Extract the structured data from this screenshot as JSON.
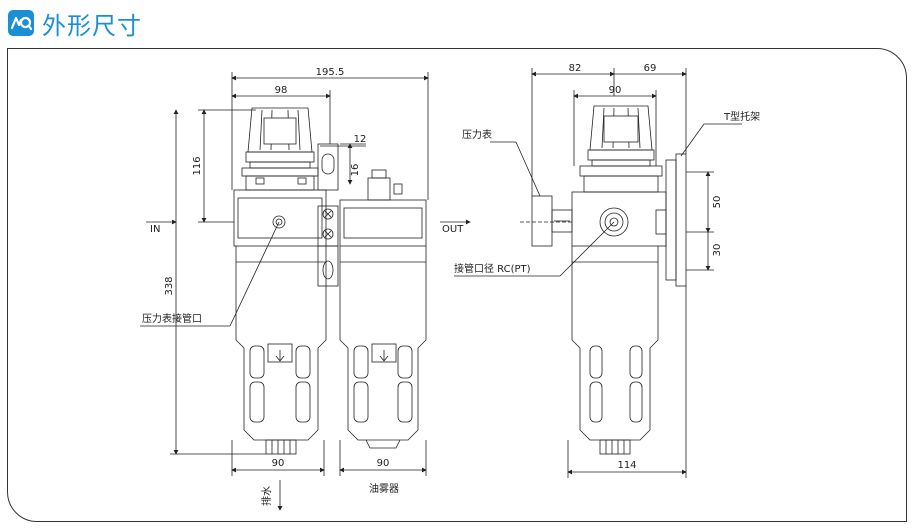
{
  "header": {
    "title": "外形尺寸",
    "accent_color": "#1a8fd6",
    "icon": "brand-logo-icon"
  },
  "front_view": {
    "dimensions": {
      "overall_width": "195.5",
      "regulator_width": "98",
      "top_height": "116",
      "bracket_width": "12",
      "bracket_height": "16",
      "total_height": "338",
      "filter_bottom_width": "90",
      "lubricator_bottom_width": "90"
    },
    "labels": {
      "inlet": "IN",
      "outlet": "OUT",
      "gauge_port": "压力表接管口",
      "drain": "排水",
      "lubricator": "油雾器"
    }
  },
  "side_view": {
    "dimensions": {
      "left_width": "82",
      "right_width": "69",
      "regulator_width": "90",
      "bracket_height": "50",
      "bracket_hole": "30",
      "bottom_width": "114"
    },
    "labels": {
      "gauge": "压力表",
      "bracket": "T型托架",
      "port_size": "接管口径 RC(PT)"
    }
  }
}
